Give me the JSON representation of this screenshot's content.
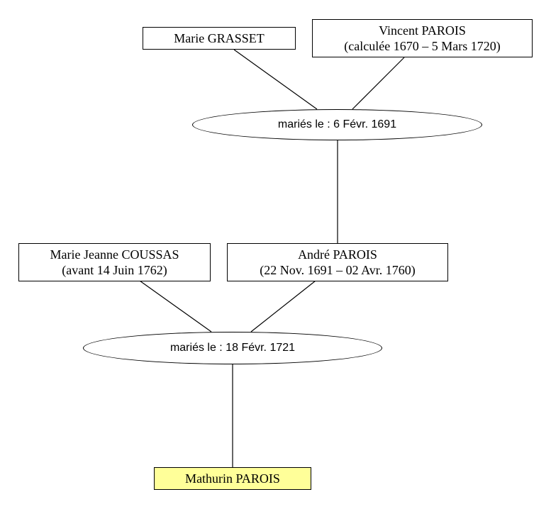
{
  "people": {
    "marie_grasset": {
      "name": "Marie GRASSET",
      "dates": ""
    },
    "vincent_parois": {
      "name": "Vincent PAROIS",
      "dates": "(calculée 1670 – 5 Mars 1720)"
    },
    "marie_jeanne_coussas": {
      "name": "Marie Jeanne COUSSAS",
      "dates": "(avant 14 Juin 1762)"
    },
    "andre_parois": {
      "name": "André PAROIS",
      "dates": "(22 Nov. 1691 – 02 Avr. 1760)"
    },
    "mathurin_parois": {
      "name": "Mathurin PAROIS",
      "dates": ""
    }
  },
  "marriages": {
    "m1691": {
      "label": "mariés le : 6 Févr. 1691"
    },
    "m1721": {
      "label": "mariés le : 18 Févr. 1721"
    }
  },
  "colors": {
    "highlight": "#ffff99",
    "line": "#000000"
  }
}
